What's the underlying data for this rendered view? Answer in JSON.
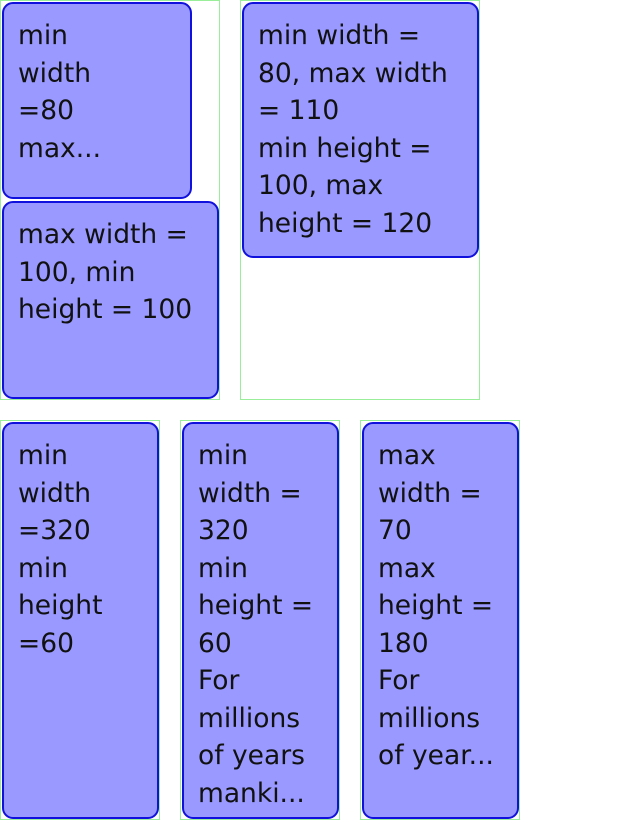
{
  "colors": {
    "card_fill": "#9999ff",
    "card_border": "#1111dd",
    "outline": "#99ee99",
    "background": "#ffffff"
  },
  "boxes": {
    "a": {
      "lines": [
        "min",
        "width",
        "=80",
        "max..."
      ]
    },
    "b": {
      "lines": [
        "max width =",
        "100, min",
        "height = 100"
      ]
    },
    "c": {
      "lines": [
        "min width =",
        "80, max width",
        "= 110",
        "min height =",
        "100, max",
        "height = 120"
      ]
    },
    "d": {
      "lines": [
        "min",
        "width",
        "=320",
        "min",
        "height",
        "=60"
      ]
    },
    "e": {
      "lines": [
        "min",
        "width =",
        "320",
        "min",
        "height =",
        "60",
        "For",
        "millions",
        "of years",
        "manki..."
      ]
    },
    "f": {
      "lines": [
        "max",
        "width =",
        "70",
        "max",
        "height =",
        "180",
        "For",
        "millions",
        "of year..."
      ]
    }
  }
}
